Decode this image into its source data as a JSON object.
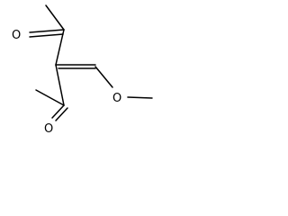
{
  "structure": {
    "atoms": {
      "o_top": "O",
      "o_bottom": "O",
      "o_ether": "O"
    },
    "colors": {
      "bond": "#000000",
      "label": "#000000",
      "background": "#ffffff"
    }
  }
}
